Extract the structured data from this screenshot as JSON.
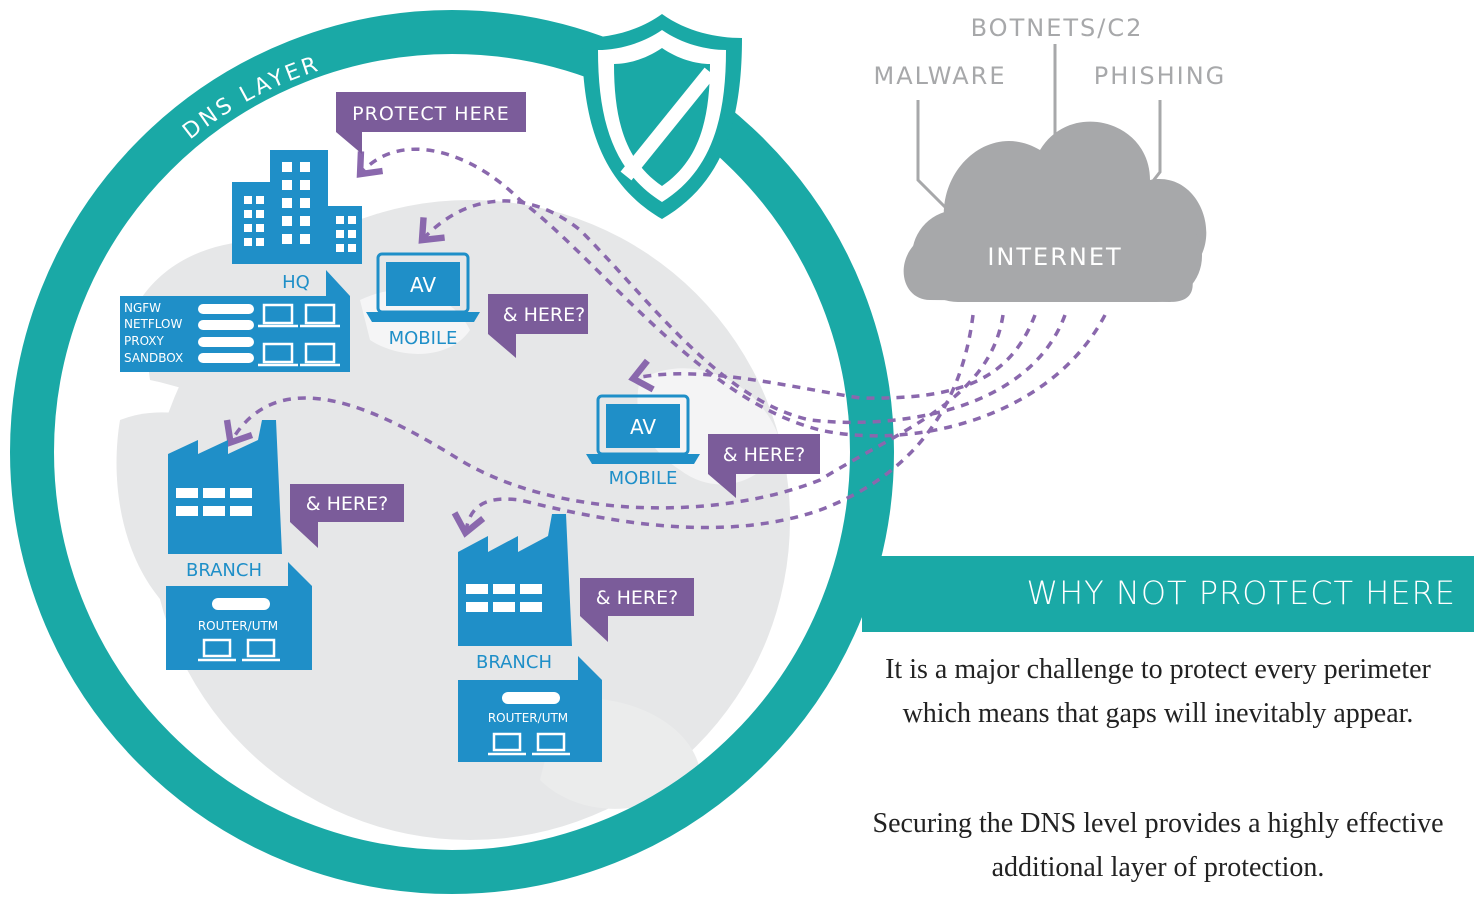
{
  "colors": {
    "teal": "#1aa9a6",
    "blue": "#1f8fc8",
    "purple": "#7b5c9a",
    "dash": "#8a68ad",
    "grey": "#a7a8aa",
    "globe": "#e6e7e8"
  },
  "dns_layer": {
    "label": "DNS LAYER",
    "icon": "shield-icon"
  },
  "internet": {
    "label": "INTERNET",
    "threats": [
      "BOTNETS/C2",
      "MALWARE",
      "PHISHING"
    ]
  },
  "hq": {
    "label": "HQ",
    "services": [
      "NGFW",
      "NETFLOW",
      "PROXY",
      "SANDBOX"
    ],
    "callout": "PROTECT HERE"
  },
  "mobiles": [
    {
      "screen": "AV",
      "label": "MOBILE",
      "callout": "& HERE?"
    },
    {
      "screen": "AV",
      "label": "MOBILE",
      "callout": "& HERE?"
    }
  ],
  "branches": [
    {
      "label": "BRANCH",
      "device": "ROUTER/UTM",
      "callout": "& HERE?"
    },
    {
      "label": "BRANCH",
      "device": "ROUTER/UTM",
      "callout": "& HERE?"
    }
  ],
  "banner": {
    "title": "WHY NOT PROTECT HERE"
  },
  "paragraphs": [
    "It is a major challenge to protect every perimeter which means that gaps will inevitably appear.",
    "Securing the DNS level provides a highly effective additional layer of protection."
  ]
}
